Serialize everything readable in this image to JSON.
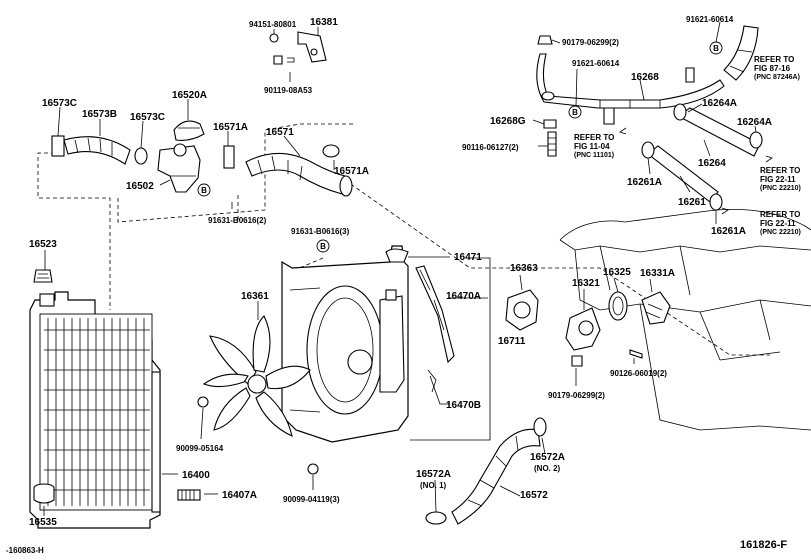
{
  "labels": {
    "p94151_80801": "94151-80801",
    "p16381": "16381",
    "p90119_08A53": "90119-08A53",
    "p16573C_a": "16573C",
    "p16573B": "16573B",
    "p16573C_b": "16573C",
    "p16520A": "16520A",
    "p16571A_a": "16571A",
    "p16571": "16571",
    "p16571A_b": "16571A",
    "p16502": "16502",
    "p91631_B0616_2": "91631-B0616(2)",
    "p91631_B0616_3": "91631-B0616(3)",
    "p16523": "16523",
    "p16361": "16361",
    "p16471": "16471",
    "p16470A": "16470A",
    "p16470B": "16470B",
    "p16711": "16711",
    "p16363": "16363",
    "p16325": "16325",
    "p16331A": "16331A",
    "p16321": "16321",
    "p90126_06019": "90126-06019(2)",
    "p90179_06299_b": "90179-06299(2)",
    "p90099_05164": "90099-05164",
    "p90099_04119": "90099-04119(3)",
    "p16400": "16400",
    "p16407A": "16407A",
    "p16535": "16535",
    "p16572A_a": "16572A",
    "p16572A_a_sub": "(NO. 1)",
    "p16572A_b": "16572A",
    "p16572A_b_sub": "(NO. 2)",
    "p16572": "16572",
    "p90179_06299_a": "90179-06299(2)",
    "p91621_60614_a": "91621-60614",
    "p91621_60614_b": "91621-60614",
    "p16268": "16268",
    "p16268G": "16268G",
    "p90116_06127": "90116-06127(2)",
    "p16264A_a": "16264A",
    "p16264A_b": "16264A",
    "p16264": "16264",
    "p16261A_a": "16261A",
    "p16261": "16261",
    "p16261A_b": "16261A"
  },
  "refs": {
    "r1": {
      "l1": "REFER TO",
      "l2": "FIG 87-16",
      "l3": "(PNC 87246A)"
    },
    "r2": {
      "l1": "REFER TO",
      "l2": "FIG 11-04",
      "l3": "(PNC 11101)"
    },
    "r3": {
      "l1": "REFER TO",
      "l2": "FIG 22-11",
      "l3": "(PNC 22210)"
    },
    "r4": {
      "l1": "REFER TO",
      "l2": "FIG 22-11",
      "l3": "(PNC 22210)"
    }
  },
  "callout_letter": "B",
  "footer": {
    "left_code": "-160863-H",
    "right_code": "161826-F"
  }
}
